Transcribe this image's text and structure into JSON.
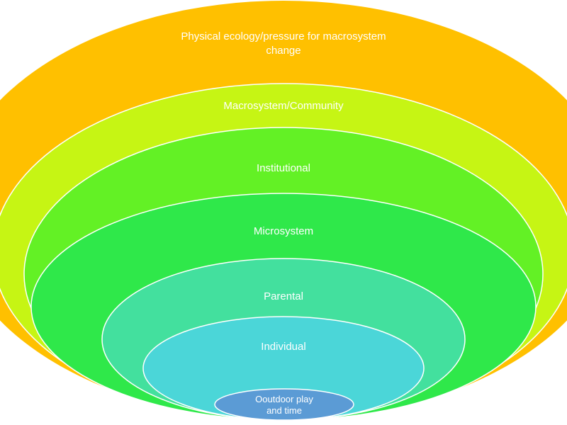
{
  "diagram": {
    "layers": [
      {
        "id": "physical-ecology",
        "lines": [
          "Physical ecology/pressure for macrosystem",
          "change"
        ],
        "color": "#FFC000"
      },
      {
        "id": "macrosystem",
        "lines": [
          "Macrosystem/Community"
        ],
        "color": "#C6F514"
      },
      {
        "id": "institutional",
        "lines": [
          "Institutional"
        ],
        "color": "#63F125"
      },
      {
        "id": "microsystem",
        "lines": [
          "Microsystem"
        ],
        "color": "#2FE84A"
      },
      {
        "id": "parental",
        "lines": [
          "Parental"
        ],
        "color": "#43E09E"
      },
      {
        "id": "individual",
        "lines": [
          "Individual"
        ],
        "color": "#4BD6D8"
      },
      {
        "id": "outdoor-play",
        "lines": [
          "Ooutdoor play",
          "and time"
        ],
        "color": "#5B9BD5"
      }
    ]
  }
}
